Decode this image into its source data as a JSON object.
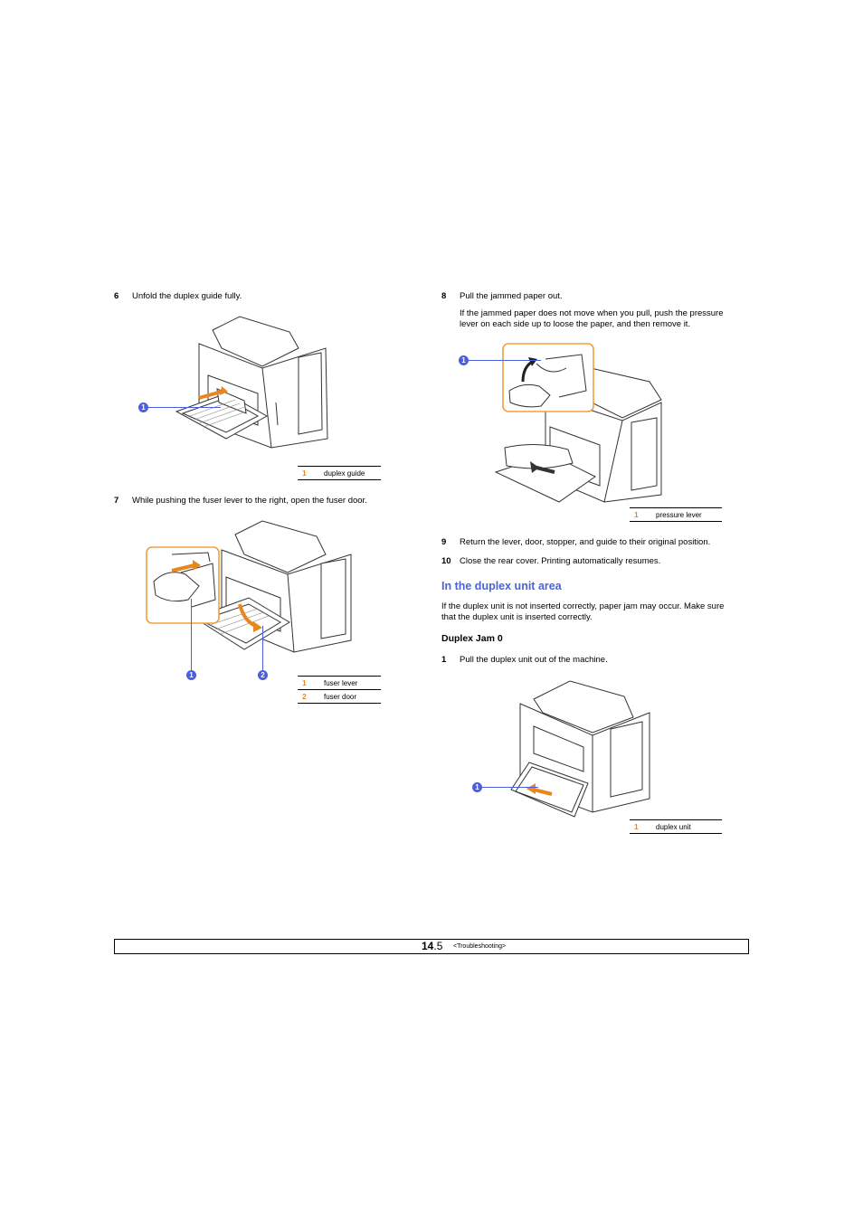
{
  "left": {
    "step6": {
      "num": "6",
      "text": "Unfold the duplex guide fully."
    },
    "fig1": {
      "callouts": [
        {
          "num": "1",
          "label": "duplex guide"
        }
      ]
    },
    "step7": {
      "num": "7",
      "text": "While pushing the fuser lever to the right, open the fuser door."
    },
    "fig2": {
      "callouts": [
        {
          "num": "1",
          "label": "fuser lever"
        },
        {
          "num": "2",
          "label": "fuser door"
        }
      ]
    }
  },
  "right": {
    "step8": {
      "num": "8",
      "text": "Pull the jammed paper out.",
      "note_line1": "If the jammed paper does not move when you pull, push the pressure",
      "note_line2": "lever on each side up to loose the paper, and then remove it."
    },
    "fig3": {
      "callouts": [
        {
          "num": "1",
          "label": "pressure lever"
        }
      ]
    },
    "step9": {
      "num": "9",
      "text": "Return the lever, door, stopper, and guide to their original position."
    },
    "step10": {
      "num": "10",
      "text": "Close the rear cover. Printing automatically resumes."
    },
    "section_title": "In the duplex unit area",
    "section_para_line1": "If the duplex unit is not inserted correctly, paper jam may occur. Make sure",
    "section_para_line2": "that the duplex unit is inserted correctly.",
    "subheading": "Duplex Jam 0",
    "step1": {
      "num": "1",
      "text": "Pull the duplex unit out of the machine."
    },
    "fig4": {
      "callouts": [
        {
          "num": "1",
          "label": "duplex unit"
        }
      ]
    }
  },
  "footer": {
    "chapter": "14",
    "page": ".5",
    "section": "<Troubleshooting>"
  },
  "colors": {
    "accent_blue": "#4a63d8",
    "callout_orange": "#e8871e",
    "highlight_orange": "#f0a040"
  }
}
